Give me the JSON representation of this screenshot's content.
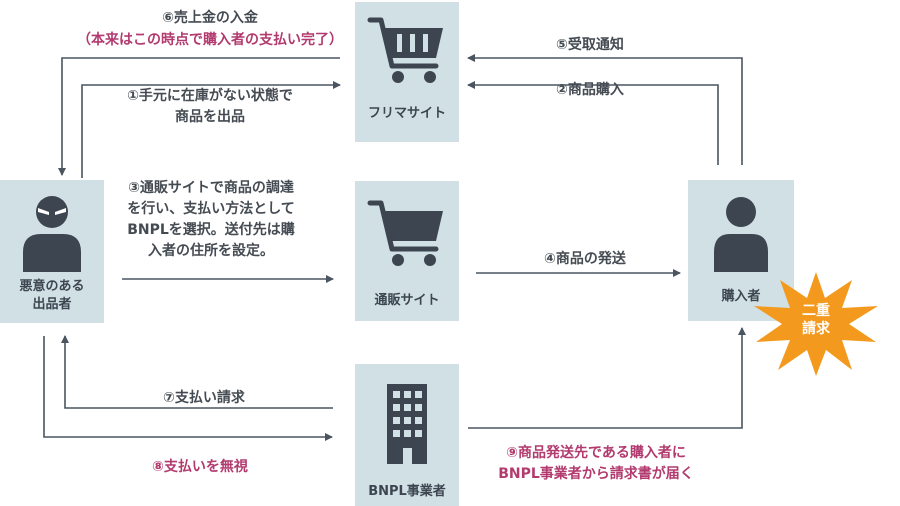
{
  "nodes": {
    "flea_market": "フリマサイト",
    "mail_order": "通販サイト",
    "bnpl": "BNPL事業者",
    "seller": [
      "悪意のある",
      "出品者"
    ],
    "buyer": "購入者"
  },
  "steps": {
    "s1": [
      "①手元に在庫がない状態で",
      "商品を出品"
    ],
    "s2": "②商品購入",
    "s3": [
      "③通販サイトで商品の調達",
      "を行い、支払い方法として",
      "BNPLを選択。送付先は購",
      "入者の住所を設定。"
    ],
    "s4": "④商品の発送",
    "s5": "⑤受取通知",
    "s6": "⑥売上金の入金",
    "s6_note": "（本来はこの時点で購入者の支払い完了）",
    "s7": "⑦支払い請求",
    "s8": "⑧支払いを無視",
    "s9": [
      "⑨商品発送先である購入者に",
      "BNPL事業者から請求書が届く"
    ]
  },
  "badge": [
    "二重",
    "請求"
  ],
  "colors": {
    "box": "#d0e0e5",
    "icon": "#3d4650",
    "arrow": "#4a5560",
    "accent": "#b23a6e",
    "burst": "#f39a1e"
  }
}
